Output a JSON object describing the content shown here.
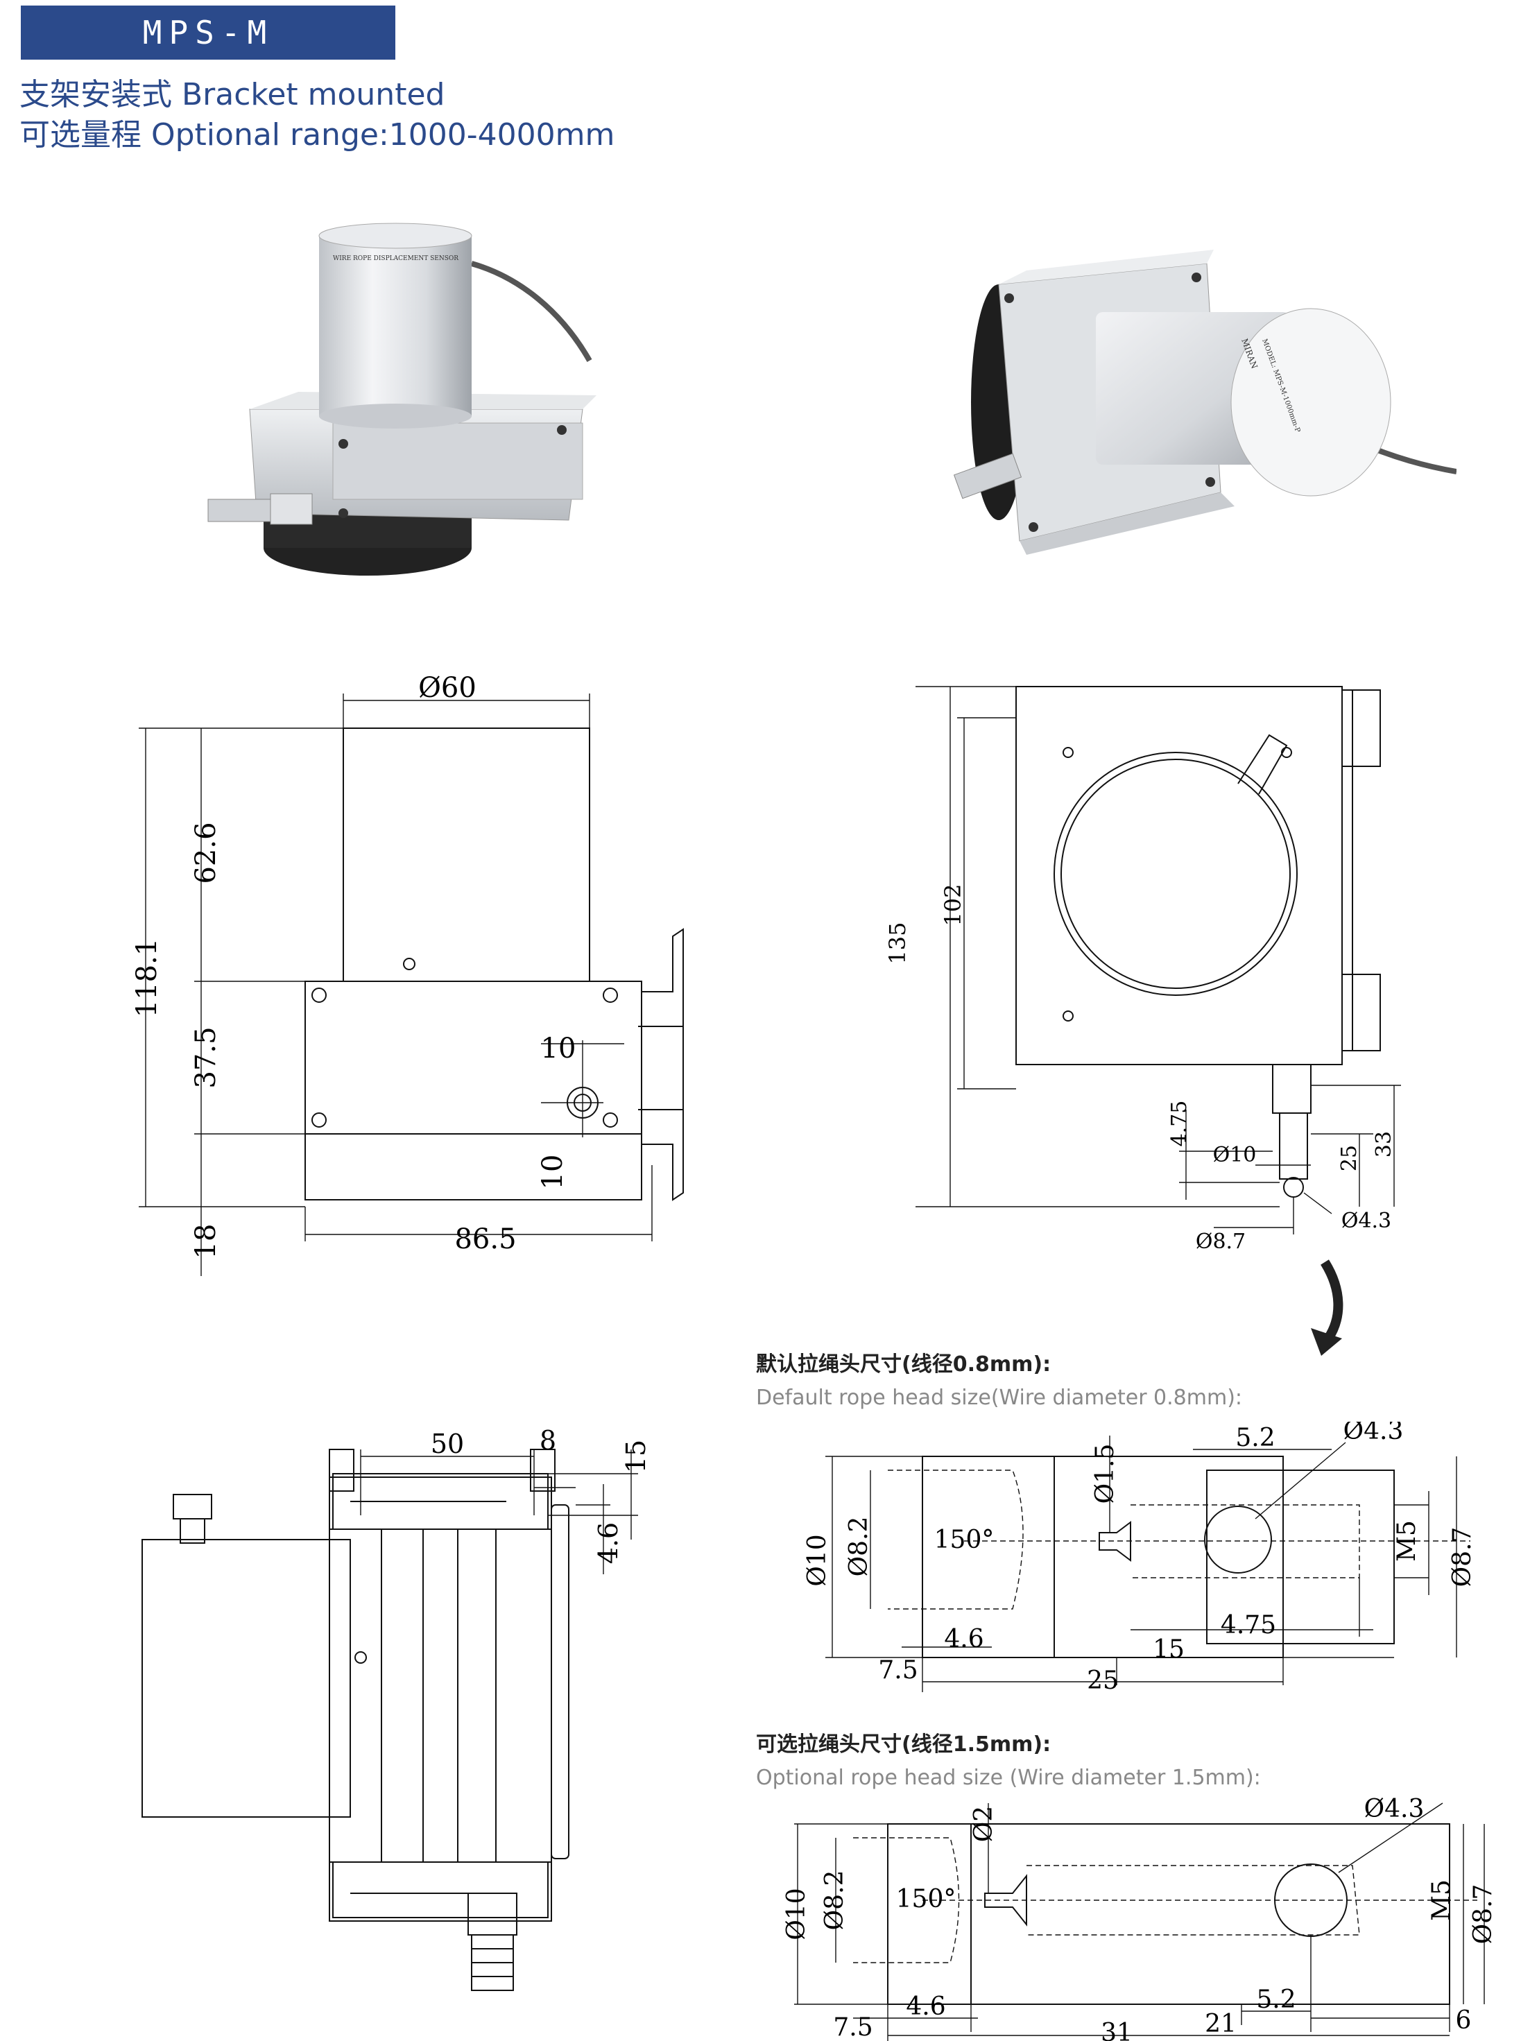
{
  "header": {
    "model": "MPS-M",
    "mount_line": "支架安装式 Bracket mounted",
    "range_line": "可选量程 Optional range:1000-4000mm"
  },
  "photos": {
    "left": {
      "label_main": "WIRE ROPE DISPLACEMENT SENSOR"
    },
    "right": {
      "brand": "MIRAN",
      "model_text": "MODEL: MPS-M-1000mm-P"
    }
  },
  "front_view": {
    "dia": "Ø60",
    "h_total": "118.1",
    "h_top": "62.6",
    "h_mid": "37.5",
    "h_bottom": "18",
    "width": "86.5",
    "off_x": "10",
    "off_y": "10"
  },
  "side_view": {
    "h_total": "135",
    "h_inner": "102",
    "d1": "4.75",
    "d2": "Ø10",
    "d3": "25",
    "d4": "33",
    "d5": "Ø4.3",
    "d6": "Ø8.7"
  },
  "top_view": {
    "w": "50",
    "slot": "8",
    "s1": "15",
    "s2": "4.6"
  },
  "rope_default": {
    "title_zh": "默认拉绳头尺寸(线径0.8mm):",
    "title_en": "Default rope head size(Wire diameter 0.8mm):",
    "d10": "Ø10",
    "d82": "Ø8.2",
    "angle": "150°",
    "d15": "Ø1.5",
    "w52": "5.2",
    "hole": "Ø4.3",
    "m5": "M5",
    "d87": "Ø8.7",
    "l75": "7.5",
    "l46": "4.6",
    "l15": "15",
    "l475": "4.75",
    "l25": "25"
  },
  "rope_optional": {
    "title_zh": "可选拉绳头尺寸(线径1.5mm):",
    "title_en": "Optional rope head size (Wire diameter 1.5mm):",
    "d10": "Ø10",
    "d82": "Ø8.2",
    "angle": "150°",
    "d2": "Ø2",
    "hole": "Ø4.3",
    "m5": "M5",
    "d87": "Ø8.7",
    "l75": "7.5",
    "l46": "4.6",
    "l52": "5.2",
    "l6": "6",
    "l21": "21",
    "l31": "31"
  }
}
